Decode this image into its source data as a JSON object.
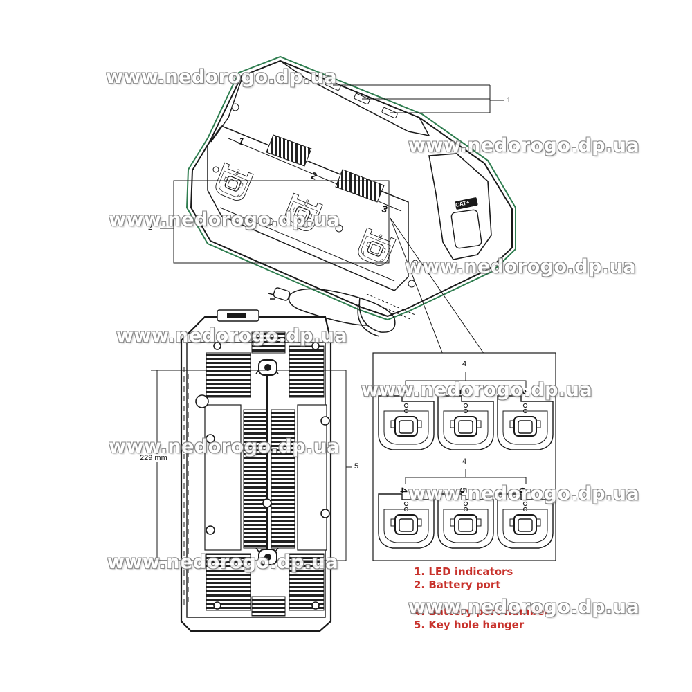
{
  "callouts": {
    "led": "1",
    "battery_port": "2",
    "port_number_top": "4",
    "port_number_bottom": "4",
    "key_hole": "5"
  },
  "dimension": {
    "height_label": "229 mm"
  },
  "port_numbers": {
    "charger": [
      "1",
      "2",
      "3"
    ],
    "top_row": [
      "1",
      "2",
      "3"
    ],
    "bottom_row": [
      "4",
      "5",
      "6"
    ]
  },
  "legend": [
    "1. LED indicators",
    "2. Battery port",
    "4. Battery port number",
    "5. Key hole hanger"
  ],
  "brand_badge": "CAT+",
  "watermark": "www.nedorogo.dp.ua",
  "colors": {
    "outline": "#1a1a1a",
    "accent_green": "#2e7d4f",
    "legend_red": "#c8322c",
    "watermark_edge": "#7d7d7d"
  }
}
